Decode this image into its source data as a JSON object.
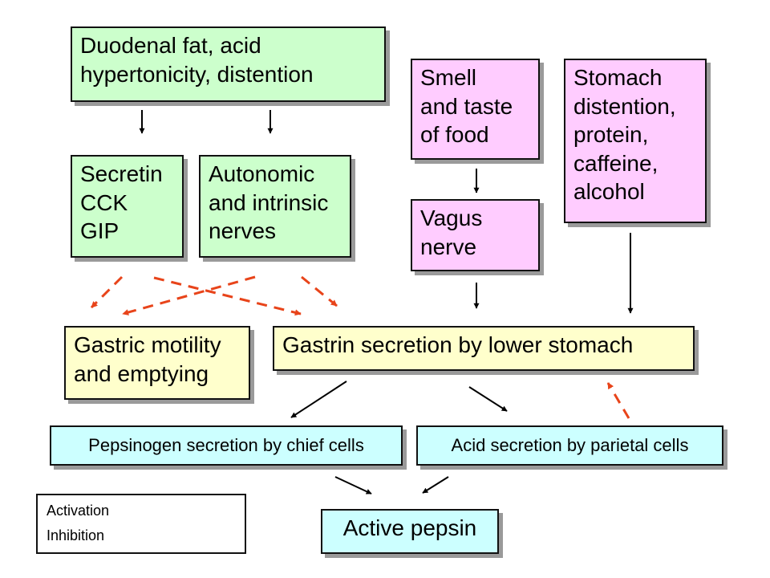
{
  "nodes": {
    "duodenal": "Duodenal fat, acid\nhypertonicity, distention",
    "smell": "Smell\nand taste\nof food",
    "stomach_distention": "Stomach\ndistention,\nprotein,\ncaffeine,\nalcohol",
    "secretin": "Secretin\nCCK\nGIP",
    "autonomic": "Autonomic\nand intrinsic\nnerves",
    "vagus": "Vagus\nnerve",
    "gastric_motility": "Gastric motility\nand emptying",
    "gastrin": "Gastrin secretion by lower stomach",
    "pepsinogen": "Pepsinogen secretion by chief cells",
    "acid": "Acid secretion by parietal cells",
    "pepsin": "Active pepsin"
  },
  "legend": {
    "activation": "Activation",
    "inhibition": "Inhibition"
  },
  "colors": {
    "activation": "#000000",
    "inhibition": "#e8441a",
    "green_fill": "#ccffcc",
    "pink_fill": "#ffccff",
    "yellow_fill": "#ffffcc",
    "cyan_fill": "#ccffff"
  }
}
